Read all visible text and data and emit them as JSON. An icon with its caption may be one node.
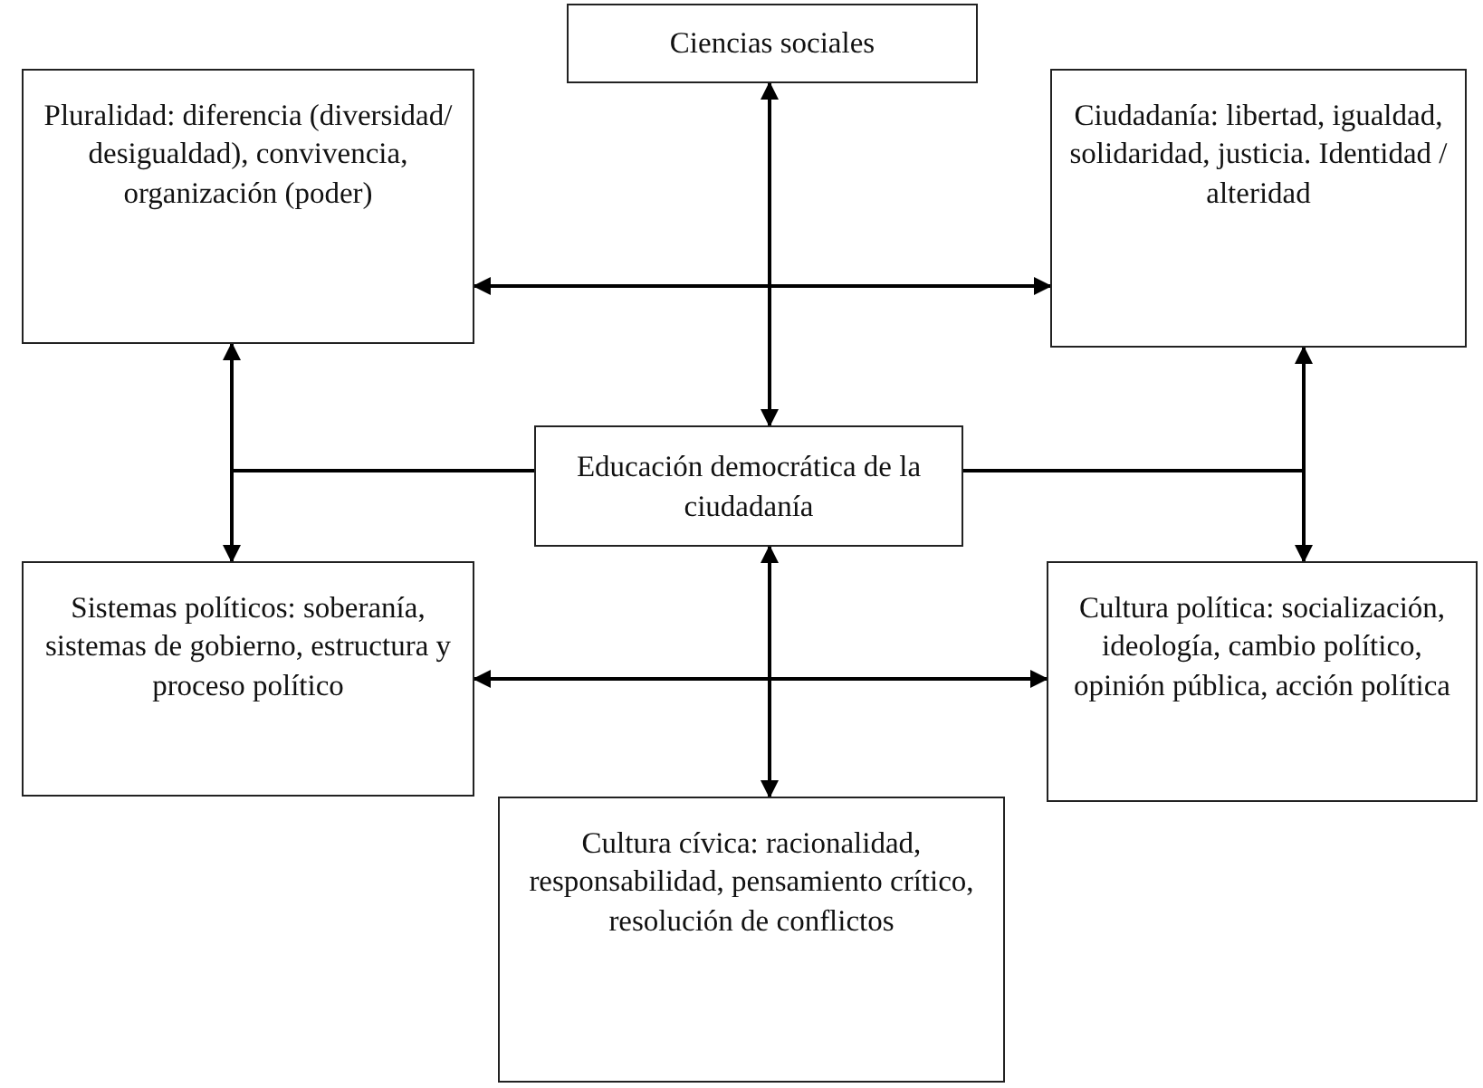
{
  "diagram": {
    "nodes": [
      {
        "text": [
          "Ciencias sociales"
        ]
      },
      {
        "text": [
          "Pluralidad: diferencia (diversidad/ desigualdad), convivencia, organización (poder)"
        ]
      },
      {
        "text": [
          "Ciudadanía: libertad, igualdad, solidaridad, justicia. Identidad / alteridad"
        ]
      },
      {
        "text": [
          "Educación democrática de la ciudadanía"
        ]
      },
      {
        "text": [
          "Sistemas políticos: soberanía, sistemas de gobierno, estructura y proceso político"
        ]
      },
      {
        "text": [
          "Cultura política: socialización, ideología, cambio político, opinión pública, acción política"
        ]
      },
      {
        "text": [
          "Cultura cívica: racionalidad, responsabilidad, pensamiento crítico, resolución de conflictos"
        ]
      }
    ],
    "edges": [
      {
        "from": 0,
        "to": 3,
        "arrow": "both"
      },
      {
        "from": 1,
        "to": 2,
        "arrow": "both"
      },
      {
        "from": 3,
        "to": 1,
        "arrow": "to"
      },
      {
        "from": 3,
        "to": 4,
        "arrow": "to"
      },
      {
        "from": 3,
        "to": 2,
        "arrow": "to"
      },
      {
        "from": 3,
        "to": 5,
        "arrow": "to"
      },
      {
        "from": 3,
        "to": 6,
        "arrow": "both"
      },
      {
        "from": 4,
        "to": 5,
        "arrow": "both"
      }
    ]
  }
}
